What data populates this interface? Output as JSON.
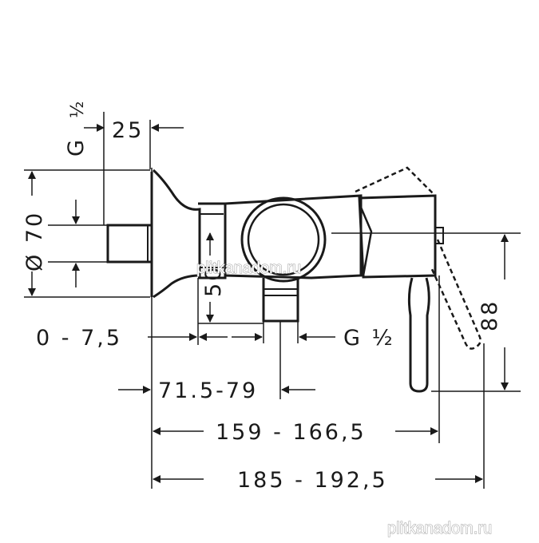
{
  "labels": {
    "g_half_top_g": "G",
    "g_half_top_half": "½",
    "d25": "25",
    "d70": "Ø 70",
    "d50": "50",
    "d0_75": "0 - 7,5",
    "g_half_right": "G ½",
    "d71": "71.5-79",
    "d88": "88",
    "d159": "159 - 166,5",
    "d185": "185 - 192,5"
  },
  "watermarks": {
    "center": "plitkanadom.ru",
    "corner": "plitkanadom.ru"
  },
  "colors": {
    "ink": "#1a1a1a",
    "background": "#ffffff",
    "watermark_stroke": "#9a9a9a"
  }
}
